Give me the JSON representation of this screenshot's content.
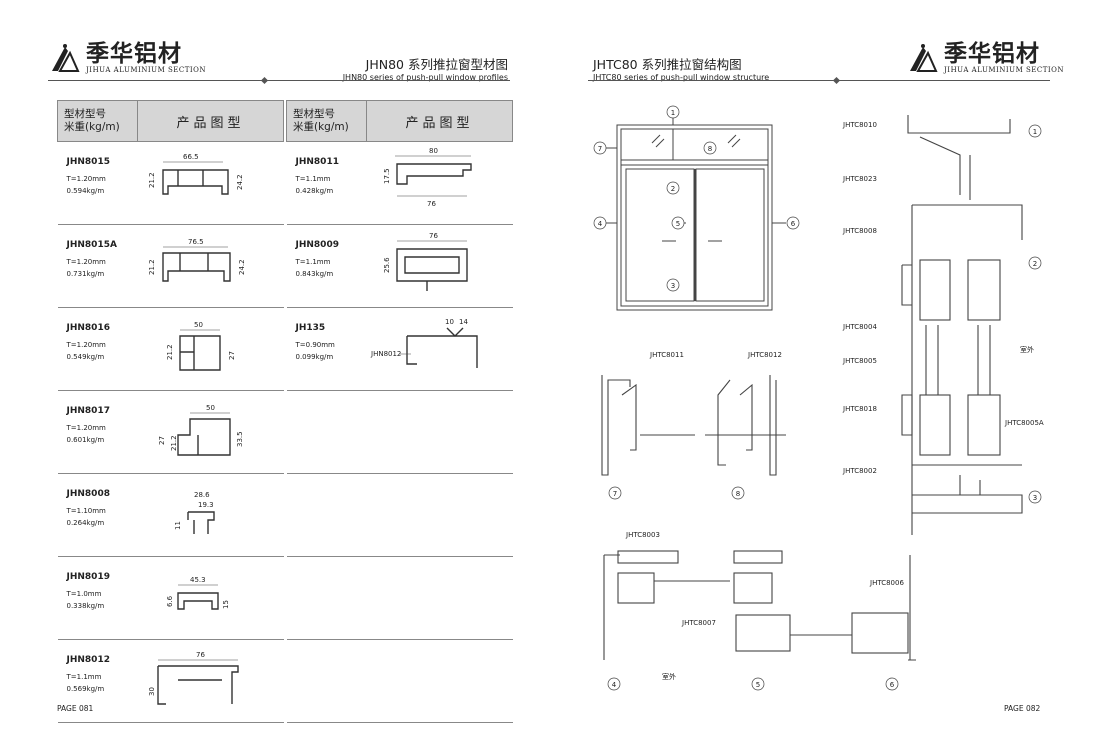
{
  "brand": {
    "name_cn": "季华铝材",
    "name_en": "JIHUA ALUMINIUM SECTION"
  },
  "left_page": {
    "title_cn": "JHN80 系列推拉窗型材图",
    "title_en": "JHN80 series of push-pull window profiles",
    "header": {
      "type_line1": "型材型号",
      "type_line2": "米重(kg/m)",
      "figure": "产品图型"
    },
    "col1": [
      {
        "code": "JHN8015",
        "t": "T=1.20mm",
        "w": "0.594kg/m",
        "dims": [
          "66.5",
          "21.2",
          "24.2"
        ]
      },
      {
        "code": "JHN8015A",
        "t": "T=1.20mm",
        "w": "0.731kg/m",
        "dims": [
          "76.5",
          "21.2",
          "24.2"
        ]
      },
      {
        "code": "JHN8016",
        "t": "T=1.20mm",
        "w": "0.549kg/m",
        "dims": [
          "50",
          "21.2",
          "27"
        ]
      },
      {
        "code": "JHN8017",
        "t": "T=1.20mm",
        "w": "0.601kg/m",
        "dims": [
          "50",
          "27",
          "21.2",
          "33.5"
        ]
      },
      {
        "code": "JHN8008",
        "t": "T=1.10mm",
        "w": "0.264kg/m",
        "dims": [
          "28.6",
          "19.3",
          "11"
        ]
      },
      {
        "code": "JHN8019",
        "t": "T=1.0mm",
        "w": "0.338kg/m",
        "dims": [
          "45.3",
          "6.6",
          "15"
        ]
      },
      {
        "code": "JHN8012",
        "t": "T=1.1mm",
        "w": "0.569kg/m",
        "dims": [
          "76",
          "30"
        ]
      }
    ],
    "col2": [
      {
        "code": "JHN8011",
        "t": "T=1.1mm",
        "w": "0.428kg/m",
        "dims": [
          "80",
          "17.5",
          "76"
        ]
      },
      {
        "code": "JHN8009",
        "t": "T=1.1mm",
        "w": "0.843kg/m",
        "dims": [
          "76",
          "25.6"
        ]
      },
      {
        "code": "JH135",
        "t": "T=0.90mm",
        "w": "0.099kg/m",
        "dims": [
          "10",
          "14"
        ],
        "ref": "JHN8012"
      }
    ],
    "page": "PAGE 081"
  },
  "right_page": {
    "title_cn": "JHTC80 系列推拉窗结构图",
    "title_en": "JHTC80 series of push-pull window structure",
    "labels": {
      "c8010": "JHTC8010",
      "c8023": "JHTC8023",
      "c8008": "JHTC8008",
      "c8004": "JHTC8004",
      "c8005": "JHTC8005",
      "c8018": "JHTC8018",
      "c8005a": "JHTC8005A",
      "c8002": "JHTC8002",
      "c8011": "JHTC8011",
      "c8012": "JHTC8012",
      "c8003": "JHTC8003",
      "c8007": "JHTC8007",
      "c8006": "JHTC8006",
      "outdoor": "室外"
    },
    "nums": {
      "n1": "1",
      "n2": "2",
      "n3": "3",
      "n4": "4",
      "n5": "5",
      "n6": "6",
      "n7": "7",
      "n8": "8"
    },
    "page": "PAGE 082"
  }
}
